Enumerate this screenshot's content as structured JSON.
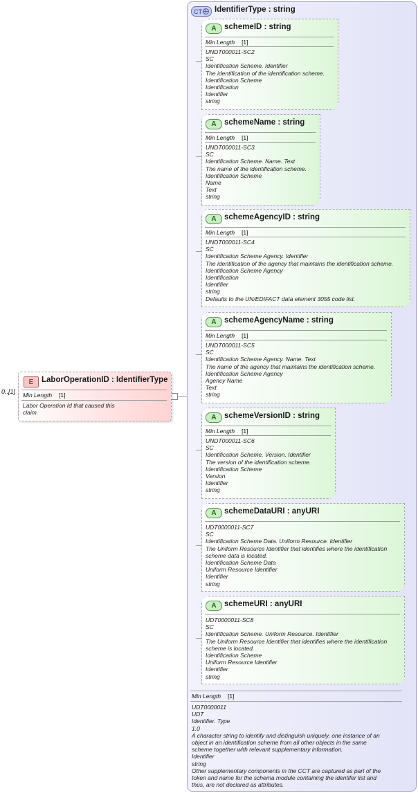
{
  "element": {
    "tag": "E",
    "title": "LaborOperationID : IdentifierType",
    "cardinality": "0..[1]",
    "min_length_label": "Min Length",
    "min_length_value": "[1]",
    "doc": "Labor Operation Id that caused this\nclaim."
  },
  "complex_type": {
    "tag": "CT",
    "title": "IdentifierType : string",
    "min_length_label": "Min Length",
    "min_length_value": "[1]",
    "doc": "UDT0000011\nUDT\nIdentifier. Type\n1.0\nA character string to identify and distinguish uniquely, one instance of an\nobject in an identification scheme from all other objects in the same\nscheme together with relevant supplementary information.\nIdentifier\nstring\nOther supplementary components in the CCT are captured as part of the\ntoken and name for the schema module containing the identifer list and\nthus, are not declared as attributes."
  },
  "attributes": [
    {
      "tag": "A",
      "title": "schemeID : string",
      "min_length_label": "Min Length",
      "min_length_value": "[1]",
      "doc": "UNDT000011-SC2\nSC\nIdentification Scheme. Identifier\nThe identification of the identification scheme.\nIdentification Scheme\nIdentification\nIdentifier\nstring"
    },
    {
      "tag": "A",
      "title": "schemeName : string",
      "min_length_label": "Min Length",
      "min_length_value": "[1]",
      "doc": "UNDT000011-SC3\nSC\nIdentification Scheme. Name. Text\nThe name of the identification scheme.\nIdentification Scheme\nName\nText\nstring"
    },
    {
      "tag": "A",
      "title": "schemeAgencyID : string",
      "min_length_label": "Min Length",
      "min_length_value": "[1]",
      "doc": "UNDT000011-SC4\nSC\nIdentification Scheme Agency. Identifier\nThe identification of the agency that maintains the identification scheme.\nIdentification Scheme Agency\nIdentification\nIdentifier\nstring\nDefaults to the UN/EDIFACT data element 3055 code list."
    },
    {
      "tag": "A",
      "title": "schemeAgencyName : string",
      "min_length_label": "Min Length",
      "min_length_value": "[1]",
      "doc": "UNDT000011-SC5\nSC\nIdentification Scheme Agency. Name. Text\nThe name of the agency that maintains the identification scheme.\nIdentification Scheme Agency\nAgency Name\nText\nstring"
    },
    {
      "tag": "A",
      "title": "schemeVersionID : string",
      "min_length_label": "Min Length",
      "min_length_value": "[1]",
      "doc": "UNDT000011-SC6\nSC\nIdentification Scheme. Version. Identifier\nThe version of the identification scheme.\nIdentification Scheme\nVersion\nIdentifier\nstring"
    },
    {
      "tag": "A",
      "title": "schemeDataURI : anyURI",
      "min_length_label": "",
      "min_length_value": "",
      "doc": "UDT0000011-SC7\nSC\nIdentification Scheme Data. Uniform Resource. Identifier\nThe Uniform Resource Identifier that identifies where the identification\nscheme data is located.\nIdentification Scheme Data\nUniform Resource Identifier\nIdentifier\nstring"
    },
    {
      "tag": "A",
      "title": "schemeURI : anyURI",
      "min_length_label": "",
      "min_length_value": "",
      "doc": "UDT0000011-SC8\nSC\nIdentification Scheme. Uniform Resource. Identifier\nThe Uniform Resource Identifier that identifies where the identification\nscheme is located.\nIdentification Scheme\nUniform Resource Identifier\nIdentifier\nstring"
    }
  ]
}
